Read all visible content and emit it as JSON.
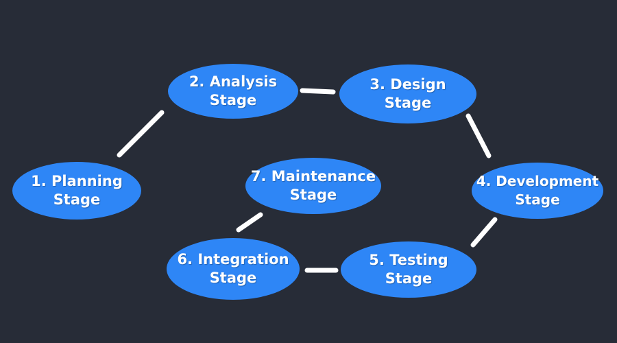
{
  "diagram": {
    "type": "flow-cycle",
    "background_color": "#272c37",
    "node_fill_color": "#2e86f6",
    "node_text_color": "#ffffff",
    "connector_color": "#ffffff",
    "nodes": [
      {
        "id": "planning",
        "label": "1. Planning Stage",
        "lines": [
          "1. Planning",
          "Stage"
        ]
      },
      {
        "id": "analysis",
        "label": "2. Analysis Stage",
        "lines": [
          "2. Analysis",
          "Stage"
        ]
      },
      {
        "id": "design",
        "label": "3. Design Stage",
        "lines": [
          "3. Design",
          "Stage"
        ]
      },
      {
        "id": "development",
        "label": "4. Development Stage",
        "lines": [
          "4. Development",
          "Stage"
        ]
      },
      {
        "id": "testing",
        "label": "5. Testing Stage",
        "lines": [
          "5. Testing",
          "Stage"
        ]
      },
      {
        "id": "integration",
        "label": "6. Integration Stage",
        "lines": [
          "6. Integration",
          "Stage"
        ]
      },
      {
        "id": "maintenance",
        "label": "7. Maintenance Stage",
        "lines": [
          "7. Maintenance",
          "Stage"
        ]
      }
    ],
    "edges": [
      {
        "from": "1. Planning Stage",
        "to": "2. Analysis Stage"
      },
      {
        "from": "2. Analysis Stage",
        "to": "3. Design Stage"
      },
      {
        "from": "3. Design Stage",
        "to": "4. Development Stage"
      },
      {
        "from": "4. Development Stage",
        "to": "5. Testing Stage"
      },
      {
        "from": "5. Testing Stage",
        "to": "6. Integration Stage"
      },
      {
        "from": "6. Integration Stage",
        "to": "7. Maintenance Stage"
      }
    ]
  }
}
